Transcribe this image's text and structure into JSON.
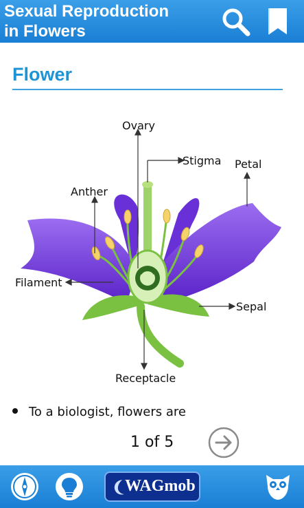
{
  "header": {
    "title_line1": "Sexual Reproduction",
    "title_line2": "in Flowers",
    "search_icon": "search-icon",
    "bookmark_icon": "bookmark-icon"
  },
  "section": {
    "title": "Flower"
  },
  "diagram": {
    "labels": {
      "ovary": "Ovary",
      "stigma": "Stigma",
      "petal": "Petal",
      "anther": "Anther",
      "filament": "Filament",
      "sepal": "Sepal",
      "receptacle": "Receptacle"
    },
    "colors": {
      "petal": "#7b3fe0",
      "sepal": "#7ac142",
      "ovary": "#d7f0b8"
    }
  },
  "content": {
    "bullet_text": "To a biologist, flowers are"
  },
  "pager": {
    "text": "1 of 5",
    "next_icon": "arrow-right-circle-icon"
  },
  "footer": {
    "compass_icon": "compass-icon",
    "bulb_icon": "lightbulb-icon",
    "brand": "WAGmob",
    "owl_icon": "owl-icon"
  },
  "colors": {
    "accent": "#1e93d6",
    "bar": "#1a7fd4"
  }
}
